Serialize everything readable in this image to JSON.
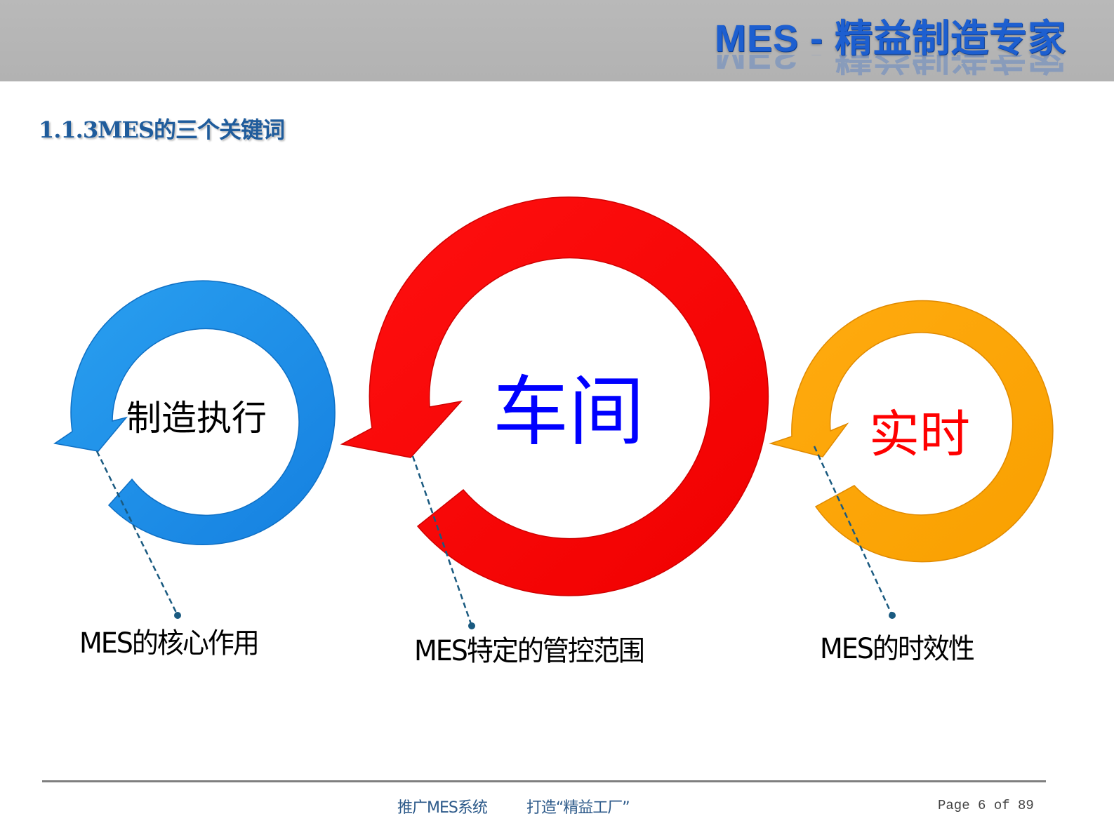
{
  "header": {
    "brand_title": "MES - 精益制造专家"
  },
  "section": {
    "title": "1.1.3MES的三个关键词"
  },
  "keywords": [
    {
      "label": "制造执行",
      "caption": "MES的核心作用",
      "ring_color": "#1a8fe8",
      "label_color": "#000000"
    },
    {
      "label": "车间",
      "caption": "MES特定的管控范围",
      "ring_color": "#ff0000",
      "label_color": "#0000ff"
    },
    {
      "label": "实时",
      "caption": "MES的时效性",
      "ring_color": "#ffa500",
      "label_color": "#ff0000"
    }
  ],
  "footer": {
    "slogan_part1": "推广MES系统",
    "slogan_part2": "打造“精益工厂”",
    "page_text": "Page 6 of  89"
  },
  "colors": {
    "header_bg": "#b5b5b5",
    "brand": "#1d5fd0",
    "section_title": "#1f5c9c",
    "leader_line": "#1a5a80"
  }
}
